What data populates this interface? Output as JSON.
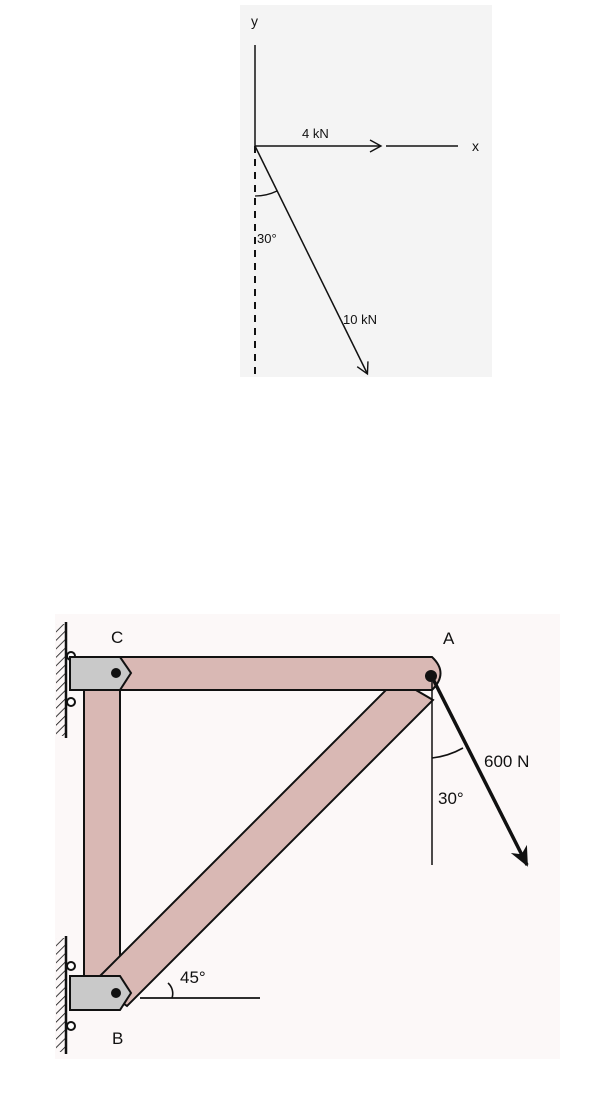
{
  "force_diagram": {
    "y_axis_label": "y",
    "x_axis_label": "x",
    "force_horizontal_label": "4 kN",
    "force_inclined_label": "10 kN",
    "angle_label": "30°",
    "colors": {
      "background": "#f4f4f4",
      "ink": "#111111"
    }
  },
  "truss_diagram": {
    "joint_a_label": "A",
    "joint_b_label": "B",
    "joint_c_label": "C",
    "load_label": "600 N",
    "load_angle_label": "30°",
    "member_angle_label": "45°",
    "colors": {
      "background": "#fcf8f8",
      "member_fill": "#d9b8b4",
      "bracket_fill": "#c9c9c9",
      "ink": "#111111"
    }
  }
}
